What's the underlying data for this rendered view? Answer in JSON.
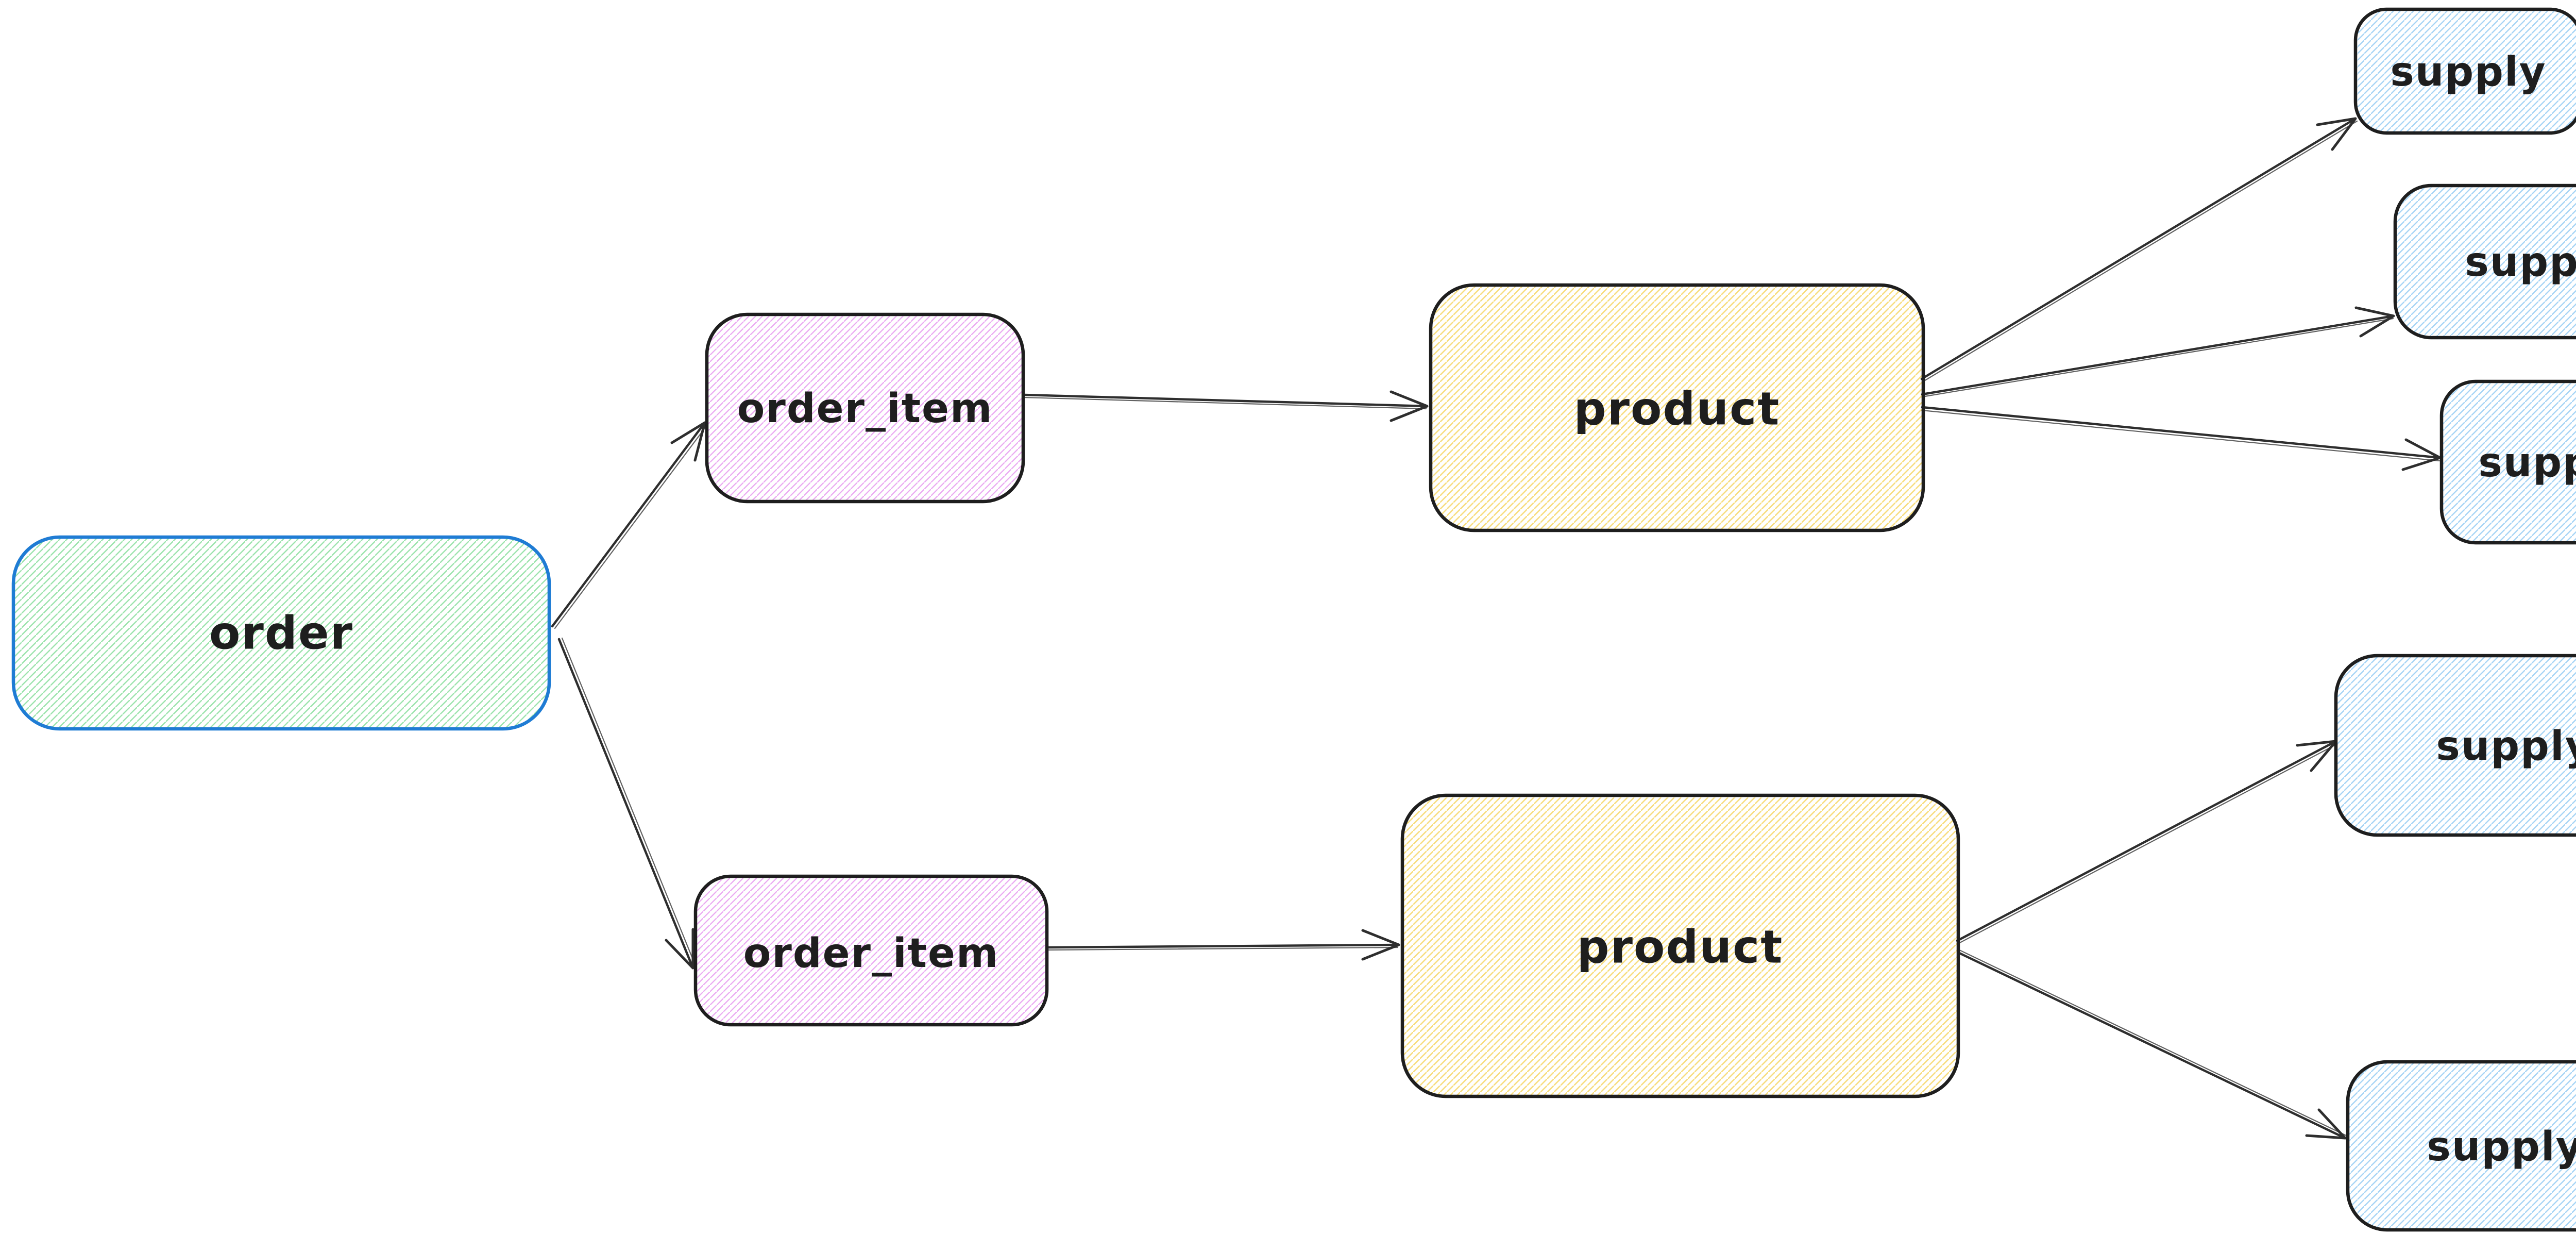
{
  "canvas": {
    "background": "#ffffff"
  },
  "colors": {
    "box_stroke": "#1e1e1e",
    "order_box_stroke": "#1f7cd4",
    "arrow_stroke": "#2e2e2e",
    "label": "#1e1e1e",
    "hatch_green": "#9be3ac",
    "hatch_violet": "#eaaaf2",
    "hatch_yellow": "#f7dd7f",
    "hatch_blue": "#a6d4f5"
  },
  "nodes": [
    {
      "id": "order",
      "label": "order",
      "fill_style": "green-hachure"
    },
    {
      "id": "order_item_1",
      "label": "order_item",
      "fill_style": "violet-hachure"
    },
    {
      "id": "order_item_2",
      "label": "order_item",
      "fill_style": "violet-hachure"
    },
    {
      "id": "product_1",
      "label": "product",
      "fill_style": "yellow-hachure"
    },
    {
      "id": "product_2",
      "label": "product",
      "fill_style": "yellow-hachure"
    },
    {
      "id": "supply_1",
      "label": "supply",
      "fill_style": "blue-hachure"
    },
    {
      "id": "supply_2",
      "label": "supply",
      "fill_style": "blue-hachure"
    },
    {
      "id": "supply_3",
      "label": "supply",
      "fill_style": "blue-hachure"
    },
    {
      "id": "supply_4",
      "label": "supply",
      "fill_style": "blue-hachure"
    },
    {
      "id": "supply_5",
      "label": "supply",
      "fill_style": "blue-hachure"
    }
  ],
  "edges": [
    {
      "from": "order",
      "to": "order_item_1"
    },
    {
      "from": "order",
      "to": "order_item_2"
    },
    {
      "from": "order_item_1",
      "to": "product_1"
    },
    {
      "from": "order_item_2",
      "to": "product_2"
    },
    {
      "from": "product_1",
      "to": "supply_1"
    },
    {
      "from": "product_1",
      "to": "supply_2"
    },
    {
      "from": "product_1",
      "to": "supply_3"
    },
    {
      "from": "product_2",
      "to": "supply_4"
    },
    {
      "from": "product_2",
      "to": "supply_5"
    }
  ]
}
